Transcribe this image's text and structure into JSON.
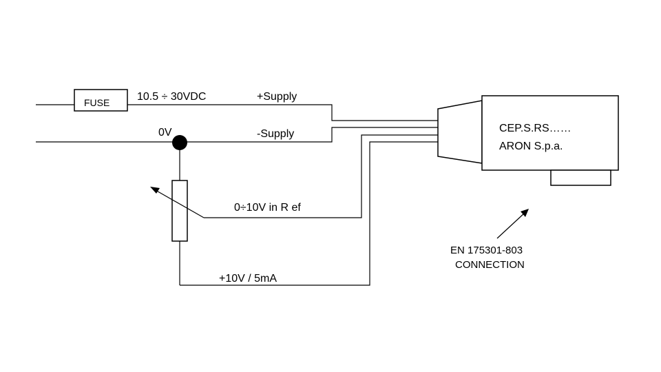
{
  "fuse": {
    "label": "FUSE"
  },
  "supply": {
    "voltage_range": "10.5  ÷ 30VDC",
    "positive_label": "+Supply",
    "negative_label": "-Supply",
    "ground_label": "0V"
  },
  "potentiometer": {
    "reference_label": "0÷10V  in R ef",
    "excitation_label": "+10V  / 5mA"
  },
  "device": {
    "line1": "CEP.S.RS……",
    "line2": "ARON S.p.a."
  },
  "connector": {
    "line1": "EN 175301-803",
    "line2": "CONNECTION"
  }
}
